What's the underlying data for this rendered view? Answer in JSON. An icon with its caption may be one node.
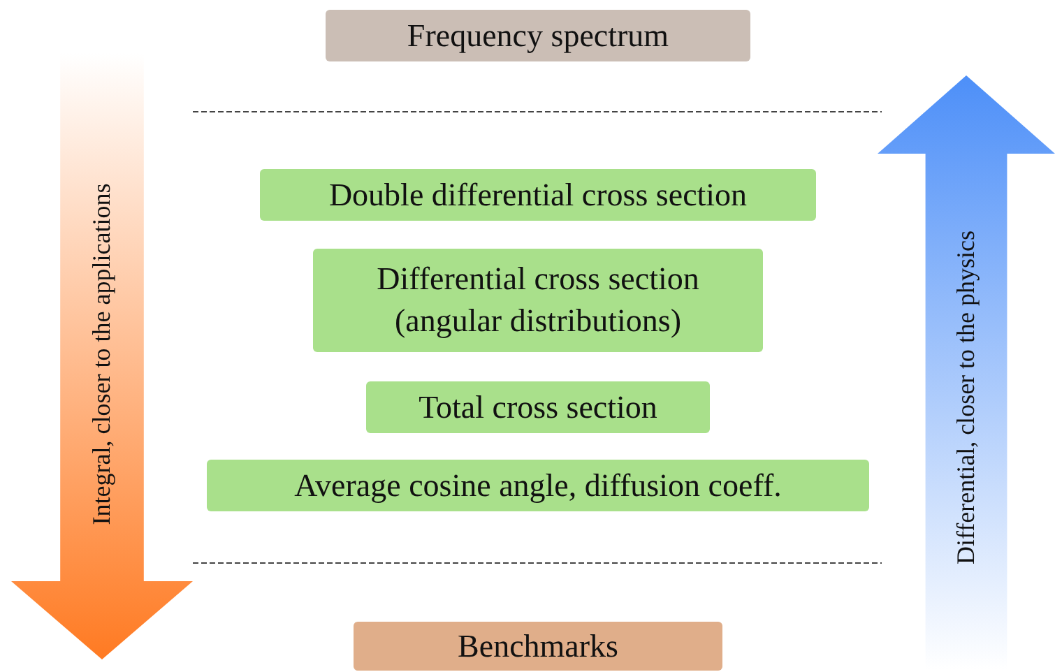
{
  "diagram": {
    "nodes": [
      {
        "text": [
          "Frequency spectrum"
        ]
      },
      {
        "text": [
          "Double differential cross section"
        ]
      },
      {
        "text": [
          "Differential cross section (angular distributions)"
        ]
      },
      {
        "text": [
          "Total cross section"
        ]
      },
      {
        "text": [
          "Average cosine angle, diffusion coeff."
        ]
      },
      {
        "text": [
          "Benchmarks"
        ]
      },
      {
        "text": [
          "Integral, closer to the applications"
        ]
      },
      {
        "text": [
          "Differential, closer to the physics"
        ]
      }
    ]
  }
}
